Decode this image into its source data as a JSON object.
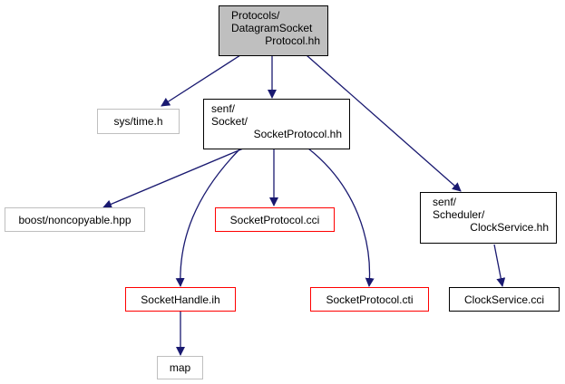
{
  "colors": {
    "edge": "#191970",
    "gray_border": "#bfbfbf",
    "red_border": "#ff0000",
    "root_fill": "#bfbfbf"
  },
  "nodes": {
    "root": {
      "lines": [
        "Protocols/",
        "DatagramSocket",
        "Protocol.hh"
      ]
    },
    "sys_time": {
      "label": "sys/time.h"
    },
    "socket_protocol_hh": {
      "lines": [
        "senf/",
        "Socket/",
        "SocketProtocol.hh"
      ]
    },
    "clock_service_hh": {
      "lines": [
        "senf/",
        "Scheduler/",
        "ClockService.hh"
      ]
    },
    "noncopyable": {
      "label": "boost/noncopyable.hpp"
    },
    "socket_protocol_cci": {
      "label": "SocketProtocol.cci"
    },
    "socket_handle_ih": {
      "label": "SocketHandle.ih"
    },
    "socket_protocol_cti": {
      "label": "SocketProtocol.cti"
    },
    "clock_service_cci": {
      "label": "ClockService.cci"
    },
    "map": {
      "label": "map"
    }
  }
}
